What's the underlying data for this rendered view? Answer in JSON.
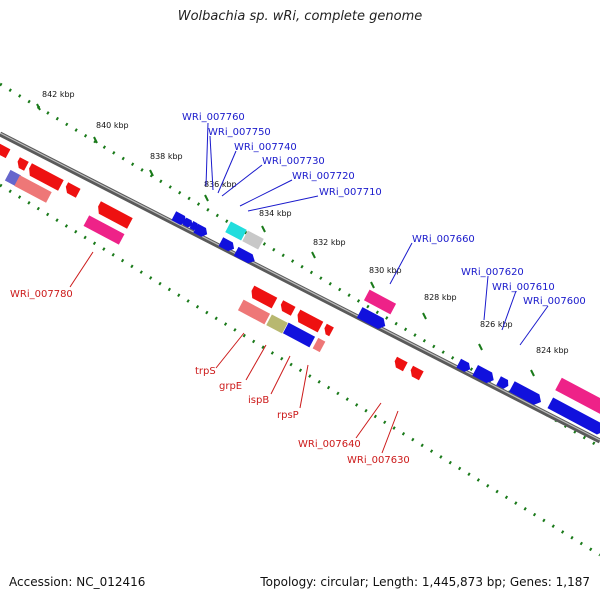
{
  "title": "Wolbachia sp. wRi, complete genome",
  "footer": {
    "accession": "Accession: NC_012416",
    "summary": "Topology: circular; Length: 1,445,873 bp; Genes: 1,187"
  },
  "colors": {
    "backbone": "#8a8a8a",
    "tick": "#1a7a1a",
    "label_forward": "#1a1acc",
    "label_reverse": "#cc1a1a",
    "feature_red": "#ee1111",
    "feature_blue": "#1111dd",
    "feature_pink": "#ee2288",
    "feature_salmon": "#ee7777",
    "feature_olive": "#b8b870",
    "feature_cyan": "#22dddd",
    "feature_grey": "#c8c8c8",
    "feature_slate": "#6666cc"
  },
  "ticks": [
    {
      "label": "842 kbp"
    },
    {
      "label": "840 kbp"
    },
    {
      "label": "838 kbp"
    },
    {
      "label": "836 kbp"
    },
    {
      "label": "834 kbp"
    },
    {
      "label": "832 kbp"
    },
    {
      "label": "830 kbp"
    },
    {
      "label": "828 kbp"
    },
    {
      "label": "826 kbp"
    },
    {
      "label": "824 kbp"
    }
  ],
  "forward_labels": [
    "WRi_007760",
    "WRi_007750",
    "WRi_007740",
    "WRi_007730",
    "WRi_007720",
    "WRi_007710",
    "WRi_007660",
    "WRi_007620",
    "WRi_007610",
    "WRi_007600"
  ],
  "reverse_labels": [
    "WRi_007780",
    "trpS",
    "grpE",
    "ispB",
    "rpsP",
    "WRi_007640",
    "WRi_007630"
  ]
}
